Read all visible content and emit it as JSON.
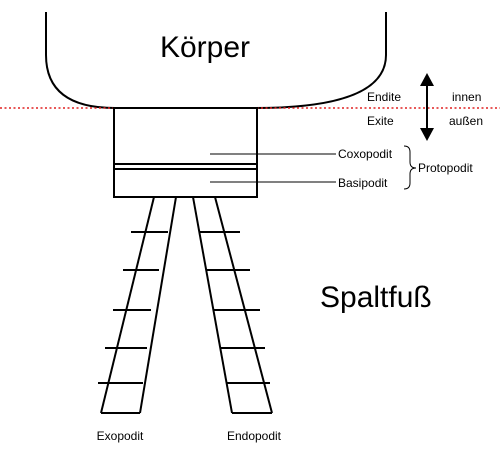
{
  "labels": {
    "body": "Körper",
    "endite": "Endite",
    "exite": "Exite",
    "inner": "innen",
    "outer": "außen",
    "coxopodit": "Coxopodit",
    "basipodit": "Basipodit",
    "protopodit": "Protopodit",
    "title": "Spaltfuß",
    "exopodit": "Exopodit",
    "endopodit": "Endopodit"
  },
  "colors": {
    "outline": "#000000",
    "divider_line": "#e02020"
  },
  "icons": {
    "direction_arrow": "double-vertical-arrow-icon",
    "bracket": "curly-brace-icon"
  }
}
